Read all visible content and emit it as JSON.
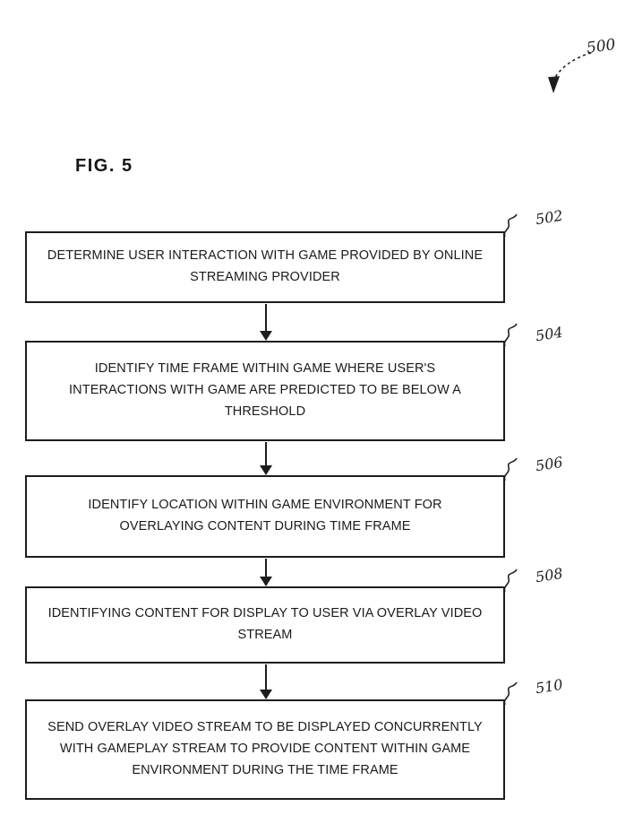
{
  "figure": {
    "label": "FIG. 5",
    "reference": "500"
  },
  "flowchart": {
    "steps": [
      {
        "ref": "502",
        "lines": [
          "DETERMINE USER INTERACTION WITH GAME PROVIDED BY ONLINE",
          "STREAMING PROVIDER"
        ]
      },
      {
        "ref": "504",
        "lines": [
          "IDENTIFY TIME FRAME WITHIN GAME WHERE USER'S",
          "INTERACTIONS WITH GAME ARE PREDICTED TO BE BELOW A",
          "THRESHOLD"
        ]
      },
      {
        "ref": "506",
        "lines": [
          "IDENTIFY LOCATION WITHIN GAME ENVIRONMENT FOR",
          "OVERLAYING CONTENT DURING TIME FRAME"
        ]
      },
      {
        "ref": "508",
        "lines": [
          "IDENTIFYING CONTENT FOR DISPLAY TO USER VIA OVERLAY VIDEO",
          "STREAM"
        ]
      },
      {
        "ref": "510",
        "lines": [
          "SEND OVERLAY VIDEO STREAM TO BE DISPLAYED CONCURRENTLY",
          "WITH GAMEPLAY STREAM TO PROVIDE CONTENT WITHIN GAME",
          "ENVIRONMENT DURING THE TIME FRAME"
        ]
      }
    ]
  },
  "colors": {
    "ink": "#1d1d1d",
    "background": "#ffffff"
  }
}
